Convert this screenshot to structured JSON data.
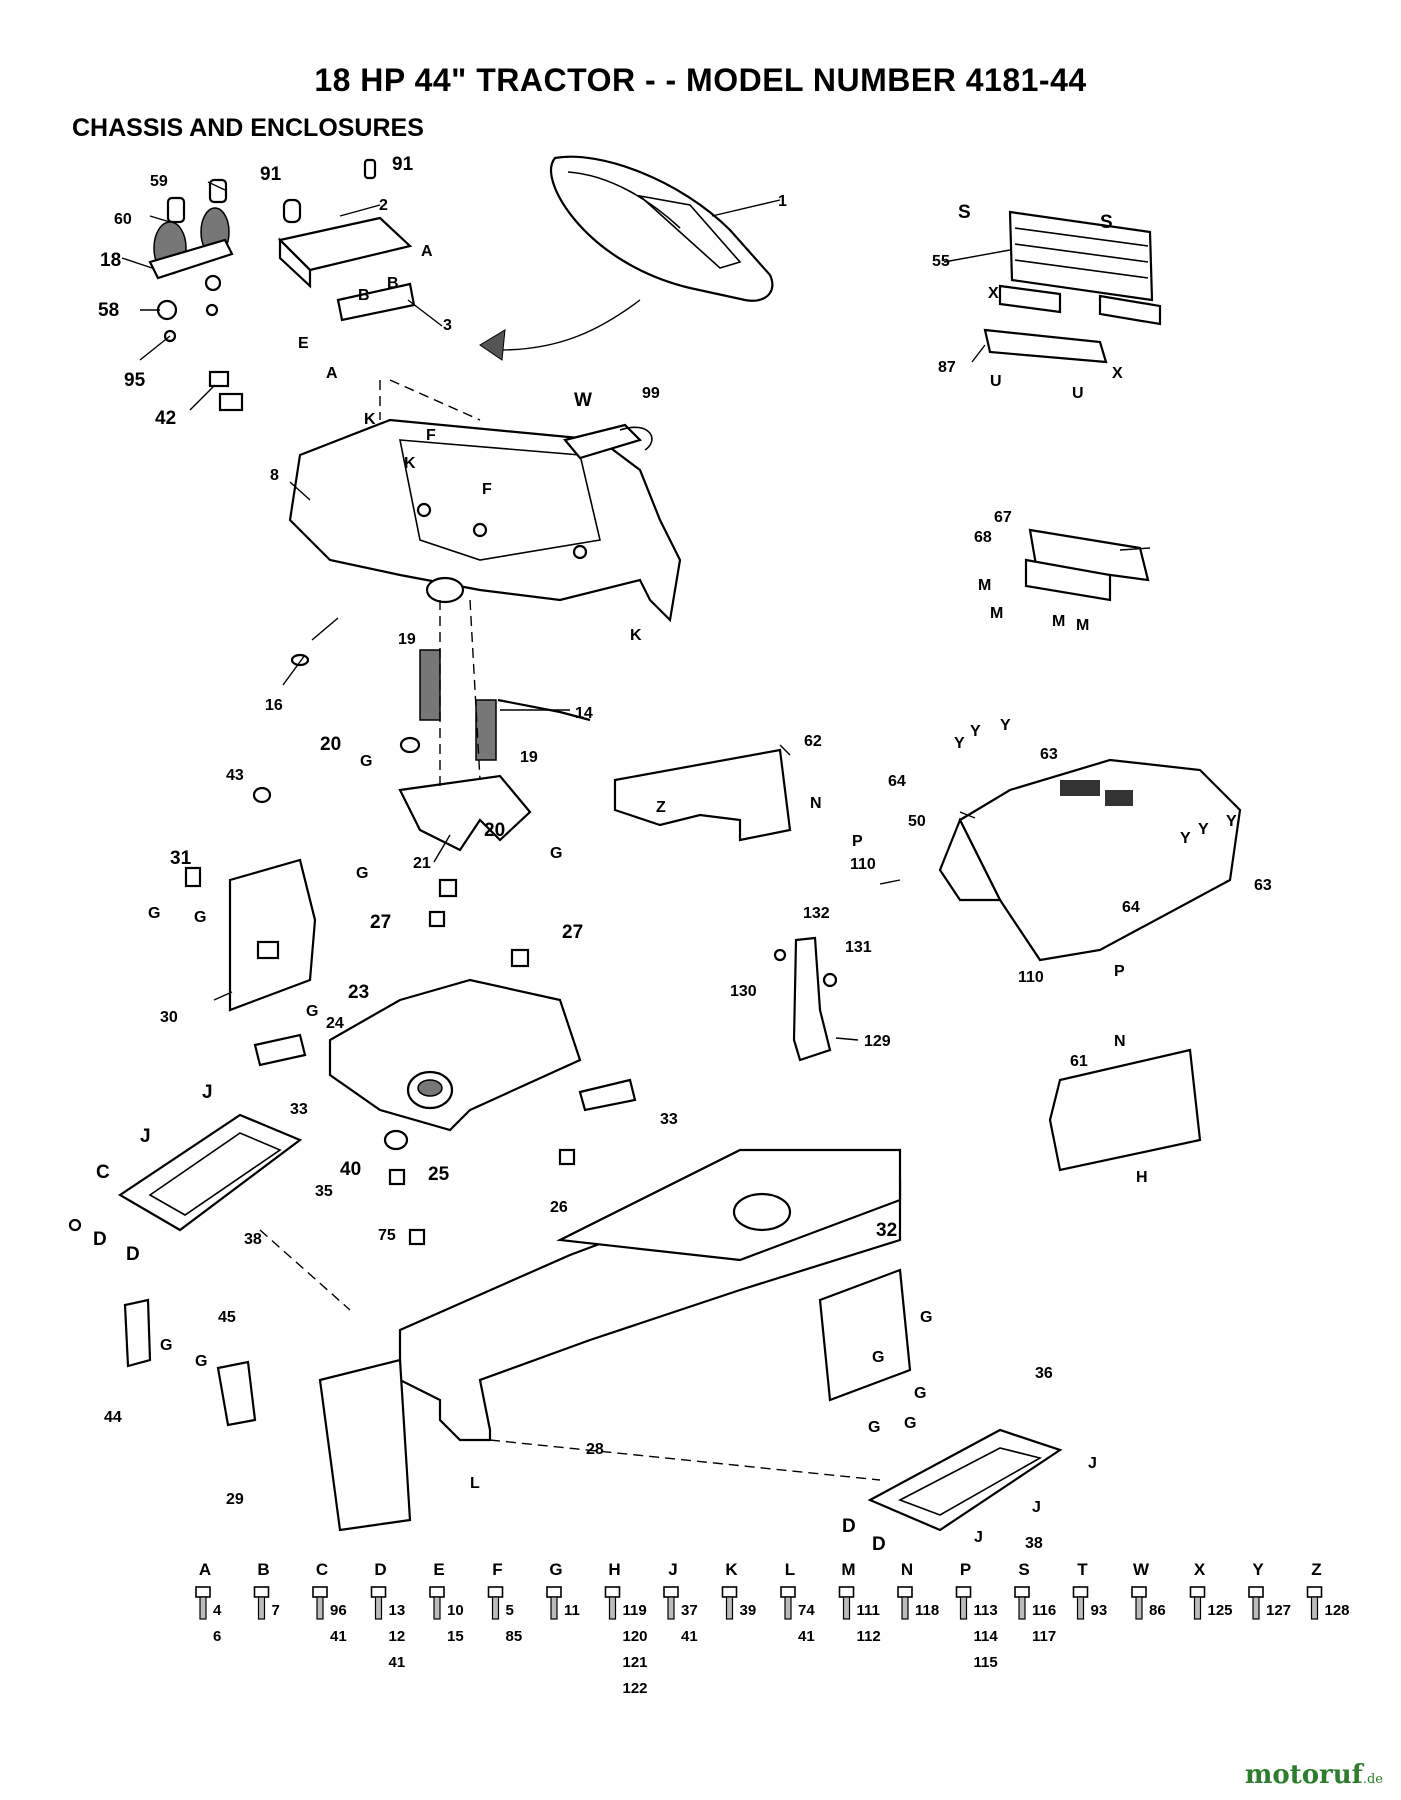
{
  "title": "18 HP 44\" TRACTOR - - MODEL NUMBER 4181-44",
  "subtitle": "CHASSIS AND ENCLOSURES",
  "watermark": {
    "brand": "motoruf",
    "tld": ".de"
  },
  "callouts": {
    "c1": "1",
    "c2": "2",
    "c3": "3",
    "c8": "8",
    "c14": "14",
    "c16": "16",
    "c18": "18",
    "c19a": "19",
    "c19b": "19",
    "c20a": "20",
    "c20b": "20",
    "c21": "21",
    "c23": "23",
    "c24": "24",
    "c25": "25",
    "c26": "26",
    "c27a": "27",
    "c27b": "27",
    "c28": "28",
    "c29": "29",
    "c30": "30",
    "c31": "31",
    "c32": "32",
    "c33a": "33",
    "c33b": "33",
    "c35": "35",
    "c36": "36",
    "c38a": "38",
    "c38b": "38",
    "c40": "40",
    "c42": "42",
    "c43": "43",
    "c44": "44",
    "c45": "45",
    "c50": "50",
    "c55": "55",
    "c58": "58",
    "c59": "59",
    "c60": "60",
    "c61": "61",
    "c62": "62",
    "c63a": "63",
    "c63b": "63",
    "c64a": "64",
    "c64b": "64",
    "c67": "67",
    "c68": "68",
    "c75": "75",
    "c87": "87",
    "c91a": "91",
    "c91b": "91",
    "c95": "95",
    "c99": "99",
    "c110a": "110",
    "c110b": "110",
    "c129": "129",
    "c130": "130",
    "c131": "131",
    "c132": "132"
  },
  "letters": {
    "A1": "A",
    "A2": "A",
    "B1": "B",
    "B2": "B",
    "E1": "E",
    "F1": "F",
    "F2": "F",
    "K1": "K",
    "K2": "K",
    "K3": "K",
    "W1": "W",
    "S1": "S",
    "S2": "S",
    "X1": "X",
    "X2": "X",
    "U1": "U",
    "U2": "U",
    "M1": "M",
    "M2": "M",
    "M3": "M",
    "M4": "M",
    "N1": "N",
    "N2": "N",
    "Z1": "Z",
    "Y1": "Y",
    "Y2": "Y",
    "Y3": "Y",
    "Y4": "Y",
    "Y5": "Y",
    "Y6": "Y",
    "P1": "P",
    "P2": "P",
    "G1": "G",
    "G2": "G",
    "G3": "G",
    "G4": "G",
    "G5": "G",
    "G6": "G",
    "G7": "G",
    "G8": "G",
    "G9": "G",
    "G10": "G",
    "G11": "G",
    "G12": "G",
    "G13": "G",
    "J1": "J",
    "J2": "J",
    "J3": "J",
    "J4": "J",
    "J5": "J",
    "C1": "C",
    "D1": "D",
    "D2": "D",
    "D3": "D",
    "D4": "D",
    "H1": "H",
    "L1": "L"
  },
  "hardware_legend": [
    {
      "letter": "A",
      "parts": [
        "4",
        "6"
      ]
    },
    {
      "letter": "B",
      "parts": [
        "7"
      ]
    },
    {
      "letter": "C",
      "parts": [
        "96",
        "41"
      ]
    },
    {
      "letter": "D",
      "parts": [
        "13",
        "12",
        "41"
      ]
    },
    {
      "letter": "E",
      "parts": [
        "10",
        "15"
      ]
    },
    {
      "letter": "F",
      "parts": [
        "5",
        "85"
      ]
    },
    {
      "letter": "G",
      "parts": [
        "11"
      ]
    },
    {
      "letter": "H",
      "parts": [
        "119",
        "120",
        "121",
        "122"
      ]
    },
    {
      "letter": "J",
      "parts": [
        "37",
        "41"
      ]
    },
    {
      "letter": "K",
      "parts": [
        "39"
      ]
    },
    {
      "letter": "L",
      "parts": [
        "74",
        "41"
      ]
    },
    {
      "letter": "M",
      "parts": [
        "111",
        "112"
      ]
    },
    {
      "letter": "N",
      "parts": [
        "118"
      ]
    },
    {
      "letter": "P",
      "parts": [
        "113",
        "114",
        "115"
      ]
    },
    {
      "letter": "S",
      "parts": [
        "116",
        "117"
      ]
    },
    {
      "letter": "T",
      "parts": [
        "93"
      ]
    },
    {
      "letter": "W",
      "parts": [
        "86"
      ]
    },
    {
      "letter": "X",
      "parts": [
        "125"
      ]
    },
    {
      "letter": "Y",
      "parts": [
        "127"
      ]
    },
    {
      "letter": "Z",
      "parts": [
        "128"
      ]
    }
  ]
}
